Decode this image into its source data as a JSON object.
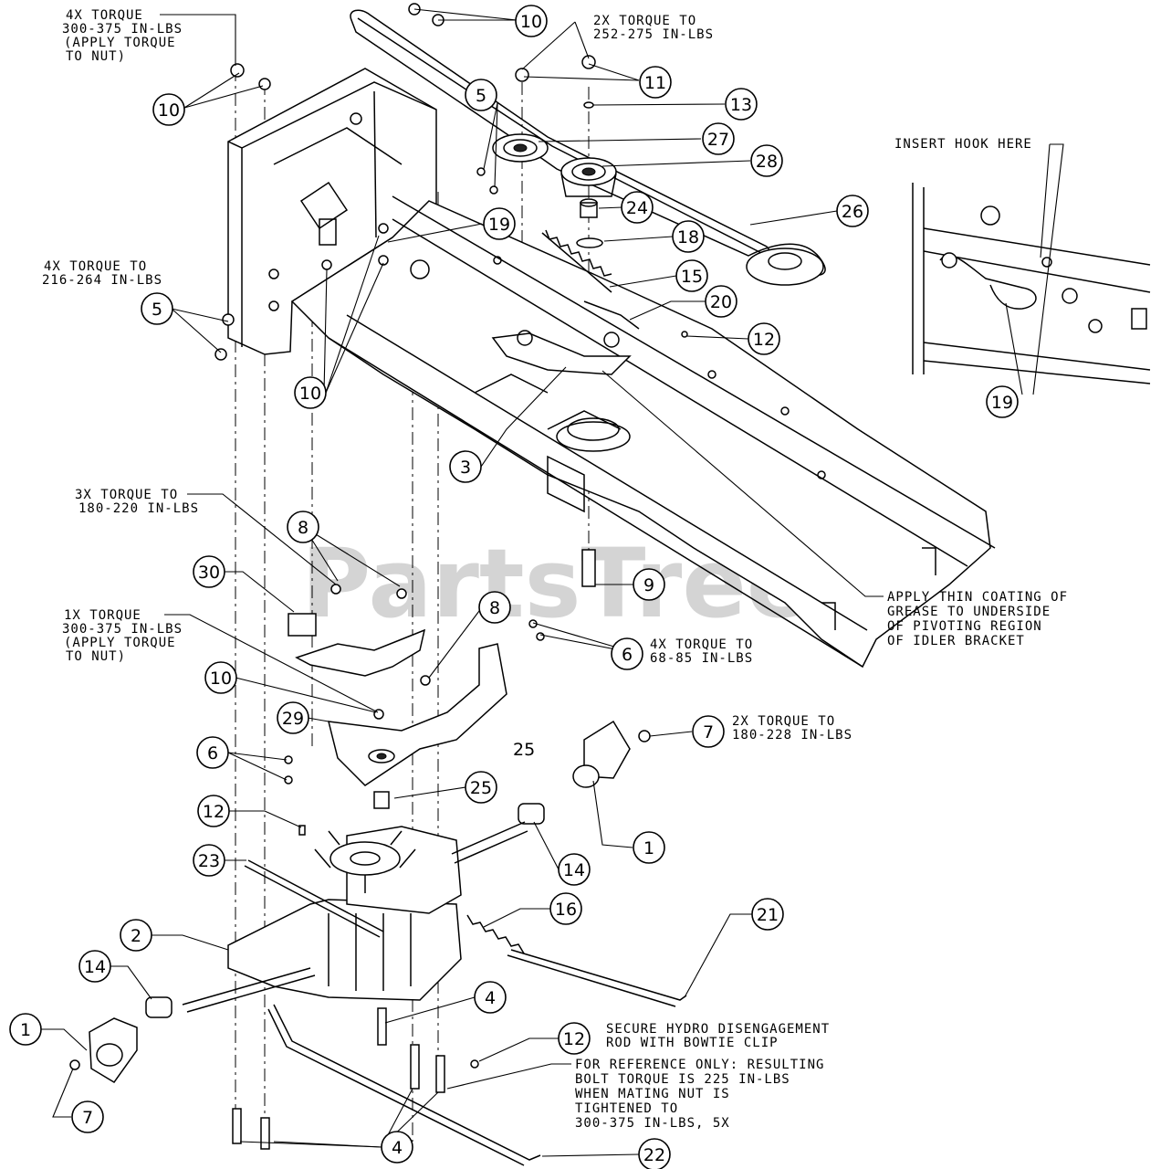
{
  "watermark": {
    "text": "PartsTree",
    "trademark": "TM"
  },
  "annotations": {
    "torque_10_top": [
      "4X TORQUE",
      "300-375 IN-LBS",
      "(APPLY TORQUE",
      "TO NUT)"
    ],
    "torque_11": [
      "2X TORQUE TO",
      "252-275 IN-LBS"
    ],
    "insert_hook": "INSERT HOOK HERE",
    "torque_5": [
      "4X TORQUE TO",
      "216-264 IN-LBS"
    ],
    "torque_8": [
      "3X TORQUE TO",
      "180-220 IN-LBS"
    ],
    "torque_10_mid": [
      "1X TORQUE",
      "300-375 IN-LBS",
      "(APPLY TORQUE",
      "TO NUT)"
    ],
    "grease": [
      "APPLY THIN COATING OF",
      "GREASE TO UNDERSIDE",
      "OF PIVOTING REGION",
      "OF IDLER BRACKET"
    ],
    "torque_6": [
      "4X TORQUE TO",
      "68-85 IN-LBS"
    ],
    "torque_7": [
      "2X TORQUE TO",
      "180-228 IN-LBS"
    ],
    "secure_hydro": [
      "SECURE HYDRO DISENGAGEMENT",
      "ROD WITH BOWTIE CLIP"
    ],
    "reference": [
      "FOR REFERENCE ONLY: RESULTING",
      "BOLT TORQUE IS 225 IN-LBS",
      "WHEN MATING NUT IS",
      "TIGHTENED TO",
      "300-375 IN-LBS, 5X"
    ]
  },
  "plain_label_25": "25",
  "callouts": [
    {
      "id": "c10a",
      "num": "10"
    },
    {
      "id": "c10b",
      "num": "10"
    },
    {
      "id": "c11",
      "num": "11"
    },
    {
      "id": "c13",
      "num": "13"
    },
    {
      "id": "c5a",
      "num": "5"
    },
    {
      "id": "c27",
      "num": "27"
    },
    {
      "id": "c28",
      "num": "28"
    },
    {
      "id": "c24",
      "num": "24"
    },
    {
      "id": "c26",
      "num": "26"
    },
    {
      "id": "c19a",
      "num": "19"
    },
    {
      "id": "c18",
      "num": "18"
    },
    {
      "id": "c15",
      "num": "15"
    },
    {
      "id": "c20",
      "num": "20"
    },
    {
      "id": "c12a",
      "num": "12"
    },
    {
      "id": "c5b",
      "num": "5"
    },
    {
      "id": "c10c",
      "num": "10"
    },
    {
      "id": "c19b",
      "num": "19"
    },
    {
      "id": "c3",
      "num": "3"
    },
    {
      "id": "c8a",
      "num": "8"
    },
    {
      "id": "c30",
      "num": "30"
    },
    {
      "id": "c9",
      "num": "9"
    },
    {
      "id": "c8b",
      "num": "8"
    },
    {
      "id": "c6a",
      "num": "6"
    },
    {
      "id": "c10d",
      "num": "10"
    },
    {
      "id": "c29",
      "num": "29"
    },
    {
      "id": "c7a",
      "num": "7"
    },
    {
      "id": "c6b",
      "num": "6"
    },
    {
      "id": "c25",
      "num": "25"
    },
    {
      "id": "c12b",
      "num": "12"
    },
    {
      "id": "c1a",
      "num": "1"
    },
    {
      "id": "c23",
      "num": "23"
    },
    {
      "id": "c14a",
      "num": "14"
    },
    {
      "id": "c16",
      "num": "16"
    },
    {
      "id": "c21",
      "num": "21"
    },
    {
      "id": "c2",
      "num": "2"
    },
    {
      "id": "c14b",
      "num": "14"
    },
    {
      "id": "c4a",
      "num": "4"
    },
    {
      "id": "c1b",
      "num": "1"
    },
    {
      "id": "c12c",
      "num": "12"
    },
    {
      "id": "c7b",
      "num": "7"
    },
    {
      "id": "c4b",
      "num": "4"
    },
    {
      "id": "c22",
      "num": "22"
    }
  ]
}
